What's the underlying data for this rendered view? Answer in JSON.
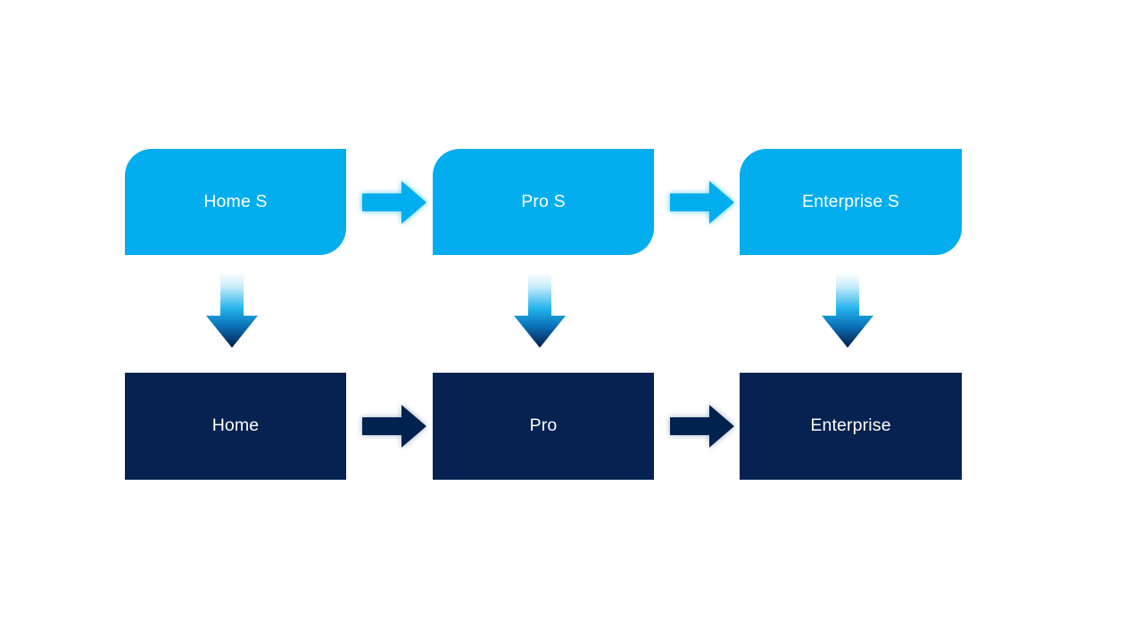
{
  "diagram": {
    "type": "process-flow",
    "background_color": "#ffffff",
    "palette": {
      "service_box": "#03ADEE",
      "tier_box": "#052250",
      "service_arrow": "#03ADEE",
      "tier_arrow": "#052250",
      "label_text": "#ffffff",
      "down_arrow_gradient_start": "#ffffff",
      "down_arrow_gradient_mid": "#0BAEEA",
      "down_arrow_gradient_end": "#051E4E"
    },
    "rows": [
      {
        "name": "services-row",
        "style": "service",
        "nodes": [
          {
            "label": "Home S"
          },
          {
            "label": "Pro S"
          },
          {
            "label": "Enterprise S"
          }
        ]
      },
      {
        "name": "tiers-row",
        "style": "tier",
        "nodes": [
          {
            "label": "Home"
          },
          {
            "label": "Pro"
          },
          {
            "label": "Enterprise"
          }
        ]
      }
    ],
    "connectors": {
      "horizontal_top": [
        {
          "icon": "right-arrow-icon",
          "from": "Home S",
          "to": "Pro S"
        },
        {
          "icon": "right-arrow-icon",
          "from": "Pro S",
          "to": "Enterprise S"
        }
      ],
      "horizontal_bottom": [
        {
          "icon": "right-arrow-icon",
          "from": "Home",
          "to": "Pro"
        },
        {
          "icon": "right-arrow-icon",
          "from": "Pro",
          "to": "Enterprise"
        }
      ],
      "vertical": [
        {
          "icon": "down-arrow-icon",
          "from": "Home S",
          "to": "Home"
        },
        {
          "icon": "down-arrow-icon",
          "from": "Pro S",
          "to": "Pro"
        },
        {
          "icon": "down-arrow-icon",
          "from": "Enterprise S",
          "to": "Enterprise"
        }
      ]
    }
  }
}
